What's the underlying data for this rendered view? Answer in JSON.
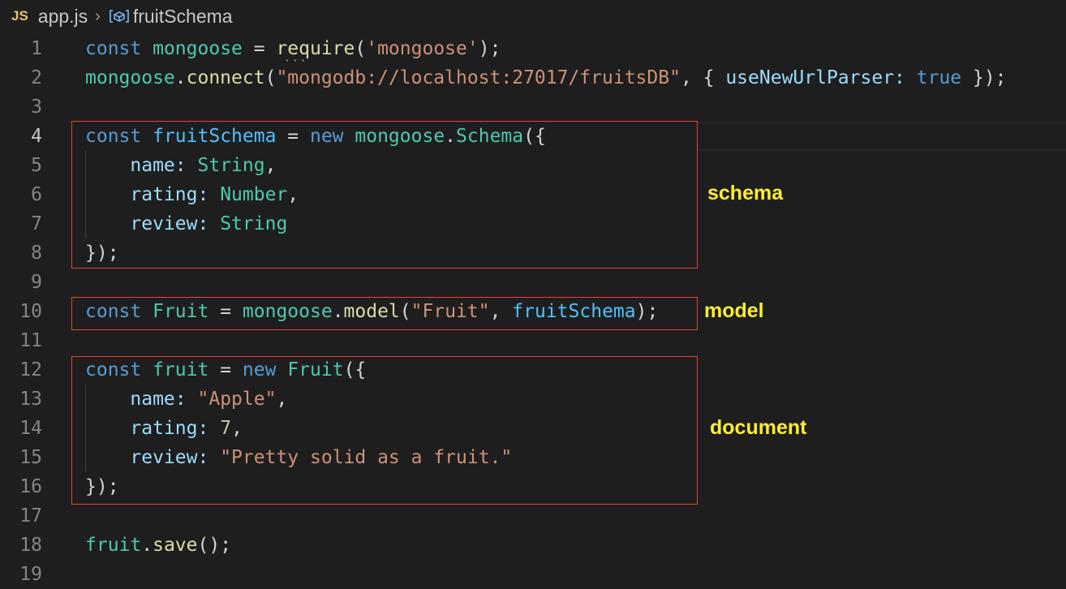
{
  "breadcrumb": {
    "file_icon": "JS",
    "file": "app.js",
    "separator": "chevron-right-icon",
    "symbol_icon": "symbol-variable-icon",
    "symbol": "fruitSchema"
  },
  "colors": {
    "background": "#1e1e1e",
    "keyword": "#569cd6",
    "string": "#ce9178",
    "type": "#4ec9b0",
    "function": "#dcdcaa",
    "property": "#9cdcfe",
    "number": "#b5cea8",
    "annotation_box": "#e0453a",
    "annotation_text": "#ffee33"
  },
  "active_line": "4",
  "lines": [
    {
      "num": "1",
      "tokens": [
        [
          "k",
          "const"
        ],
        [
          "",
          "␠"
        ],
        [
          "t",
          "mongoose"
        ],
        [
          "",
          "␠=␠"
        ],
        [
          "f",
          "require"
        ],
        [
          "",
          "("
        ],
        [
          "s",
          "'mongoose'"
        ],
        [
          "",
          ");"
        ]
      ]
    },
    {
      "num": "2",
      "tokens": [
        [
          "t",
          "mongoose"
        ],
        [
          "",
          "."
        ],
        [
          "f",
          "connect"
        ],
        [
          "",
          "("
        ],
        [
          "s",
          "\"mongodb://localhost:27017/fruitsDB\""
        ],
        [
          "",
          ",␠{␠"
        ],
        [
          "p",
          "useNewUrlParser"
        ],
        [
          "p",
          ":"
        ],
        [
          "",
          "␠"
        ],
        [
          "k",
          "true"
        ],
        [
          "",
          "␠});"
        ]
      ]
    },
    {
      "num": "3",
      "tokens": []
    },
    {
      "num": "4",
      "tokens": [
        [
          "k",
          "const"
        ],
        [
          "",
          "␠"
        ],
        [
          "v",
          "fruitSchema"
        ],
        [
          "",
          "␠=␠"
        ],
        [
          "k",
          "new"
        ],
        [
          "",
          "␠"
        ],
        [
          "t",
          "mongoose"
        ],
        [
          "",
          "."
        ],
        [
          "t",
          "Schema"
        ],
        [
          "",
          "({"
        ]
      ]
    },
    {
      "num": "5",
      "tokens": [
        [
          "",
          "␠␠␠␠"
        ],
        [
          "p",
          "name"
        ],
        [
          "p",
          ":"
        ],
        [
          "",
          "␠"
        ],
        [
          "t",
          "String"
        ],
        [
          "",
          ","
        ]
      ]
    },
    {
      "num": "6",
      "tokens": [
        [
          "",
          "␠␠␠␠"
        ],
        [
          "p",
          "rating"
        ],
        [
          "p",
          ":"
        ],
        [
          "",
          "␠"
        ],
        [
          "t",
          "Number"
        ],
        [
          "",
          ","
        ]
      ]
    },
    {
      "num": "7",
      "tokens": [
        [
          "",
          "␠␠␠␠"
        ],
        [
          "p",
          "review"
        ],
        [
          "p",
          ":"
        ],
        [
          "",
          "␠"
        ],
        [
          "t",
          "String"
        ]
      ]
    },
    {
      "num": "8",
      "tokens": [
        [
          "",
          "});"
        ]
      ]
    },
    {
      "num": "9",
      "tokens": []
    },
    {
      "num": "10",
      "tokens": [
        [
          "k",
          "const"
        ],
        [
          "",
          "␠"
        ],
        [
          "t",
          "Fruit"
        ],
        [
          "",
          "␠=␠"
        ],
        [
          "t",
          "mongoose"
        ],
        [
          "",
          "."
        ],
        [
          "f",
          "model"
        ],
        [
          "",
          "("
        ],
        [
          "s",
          "\"Fruit\""
        ],
        [
          "",
          ",␠"
        ],
        [
          "v",
          "fruitSchema"
        ],
        [
          "",
          ");"
        ]
      ]
    },
    {
      "num": "11",
      "tokens": []
    },
    {
      "num": "12",
      "tokens": [
        [
          "k",
          "const"
        ],
        [
          "",
          "␠"
        ],
        [
          "t",
          "fruit"
        ],
        [
          "",
          "␠=␠"
        ],
        [
          "k",
          "new"
        ],
        [
          "",
          "␠"
        ],
        [
          "t",
          "Fruit"
        ],
        [
          "",
          "({"
        ]
      ]
    },
    {
      "num": "13",
      "tokens": [
        [
          "",
          "␠␠␠␠"
        ],
        [
          "p",
          "name"
        ],
        [
          "p",
          ":"
        ],
        [
          "",
          "␠"
        ],
        [
          "s",
          "\"Apple\""
        ],
        [
          "",
          ","
        ]
      ]
    },
    {
      "num": "14",
      "tokens": [
        [
          "",
          "␠␠␠␠"
        ],
        [
          "p",
          "rating"
        ],
        [
          "p",
          ":"
        ],
        [
          "",
          "␠"
        ],
        [
          "n",
          "7"
        ],
        [
          "",
          ","
        ]
      ]
    },
    {
      "num": "15",
      "tokens": [
        [
          "",
          "␠␠␠␠"
        ],
        [
          "p",
          "review"
        ],
        [
          "p",
          ":"
        ],
        [
          "",
          "␠"
        ],
        [
          "s",
          "\"Pretty␠solid␠as␠a␠fruit.\""
        ]
      ]
    },
    {
      "num": "16",
      "tokens": [
        [
          "",
          "});"
        ]
      ]
    },
    {
      "num": "17",
      "tokens": []
    },
    {
      "num": "18",
      "tokens": [
        [
          "t",
          "fruit"
        ],
        [
          "",
          "."
        ],
        [
          "f",
          "save"
        ],
        [
          "",
          "();"
        ]
      ]
    },
    {
      "num": "19",
      "tokens": []
    }
  ],
  "annotations": {
    "schema": "schema",
    "model": "model",
    "document": "document"
  }
}
